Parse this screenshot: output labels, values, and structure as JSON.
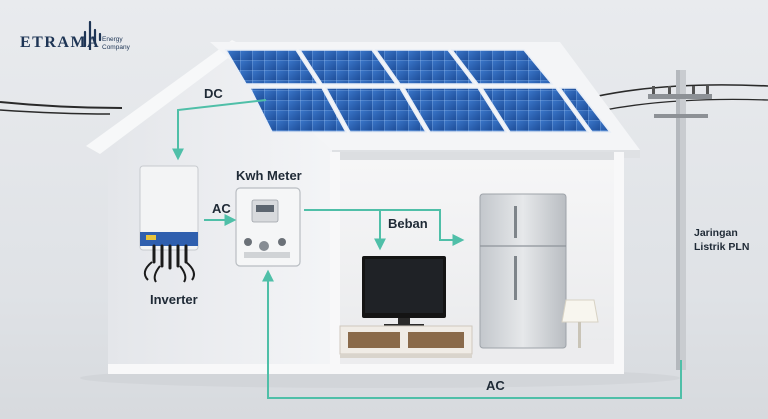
{
  "brand": {
    "name": "ETRAMA",
    "tagline_line1": "Energy",
    "tagline_line2": "Company"
  },
  "labels": {
    "dc": "DC",
    "ac_top": "AC",
    "kwh_meter": "Kwh Meter",
    "beban": "Beban",
    "inverter": "Inverter",
    "grid_line1": "Jaringan",
    "grid_line2": "Listrik PLN",
    "ac_bottom": "AC"
  },
  "colors": {
    "arrow": "#4fbfa8",
    "panel": "#2f66b8",
    "wall": "#f1f2f4",
    "text": "#1f2a36"
  }
}
